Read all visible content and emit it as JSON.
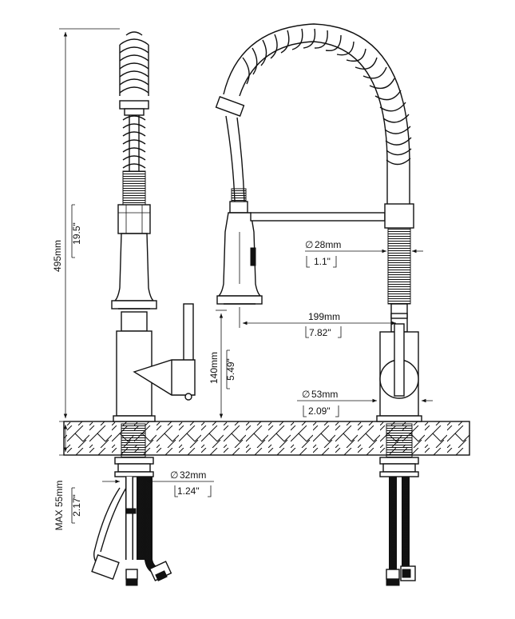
{
  "dimensions": {
    "height_total": {
      "metric": "495mm",
      "imperial": "19.5\""
    },
    "spout_height": {
      "metric": "140mm",
      "imperial": "5.49\""
    },
    "max_deck_thickness": {
      "metric": "MAX 55mm",
      "imperial": "2.17\""
    },
    "hose_diameter": {
      "metric": "28mm",
      "imperial": "1.1\""
    },
    "spout_reach": {
      "metric": "199mm",
      "imperial": "7.82\""
    },
    "base_diameter": {
      "metric": "53mm",
      "imperial": "2.09\""
    },
    "shank_diameter": {
      "metric": "32mm",
      "imperial": "1.24\""
    }
  },
  "symbols": {
    "diameter": "∅"
  }
}
